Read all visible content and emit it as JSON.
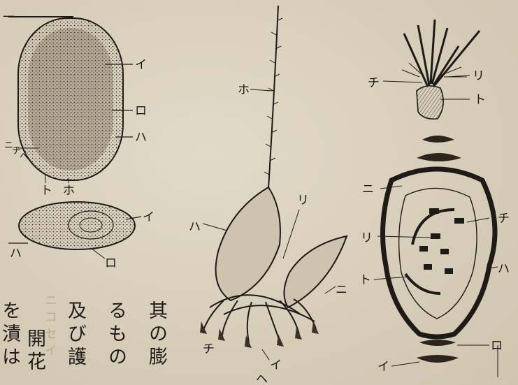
{
  "figure": {
    "seed_top_labels": [
      "一",
      "イ",
      "ロ",
      "ハ",
      "ニ",
      "チ",
      "ヘ",
      "ト",
      "ホ"
    ],
    "seed_section_labels": [
      "イ",
      "ハ",
      "ロ"
    ],
    "spikelet_labels": [
      "ホ",
      "リ",
      "ハ",
      "ニ",
      "チ",
      "イ",
      "ヘ"
    ],
    "flower_top_labels": [
      "チ",
      "リ",
      "ト"
    ],
    "diagram_labels": [
      "ニ",
      "チ",
      "リ",
      "ハ",
      "ト",
      "ロ",
      "イ"
    ]
  },
  "text_columns": [
    {
      "text": "其の膨"
    },
    {
      "text": "るもの"
    },
    {
      "text": "及び護"
    },
    {
      "text": "開花"
    },
    {
      "text": "を漬は"
    }
  ],
  "ghost_text": "ニコセイ"
}
